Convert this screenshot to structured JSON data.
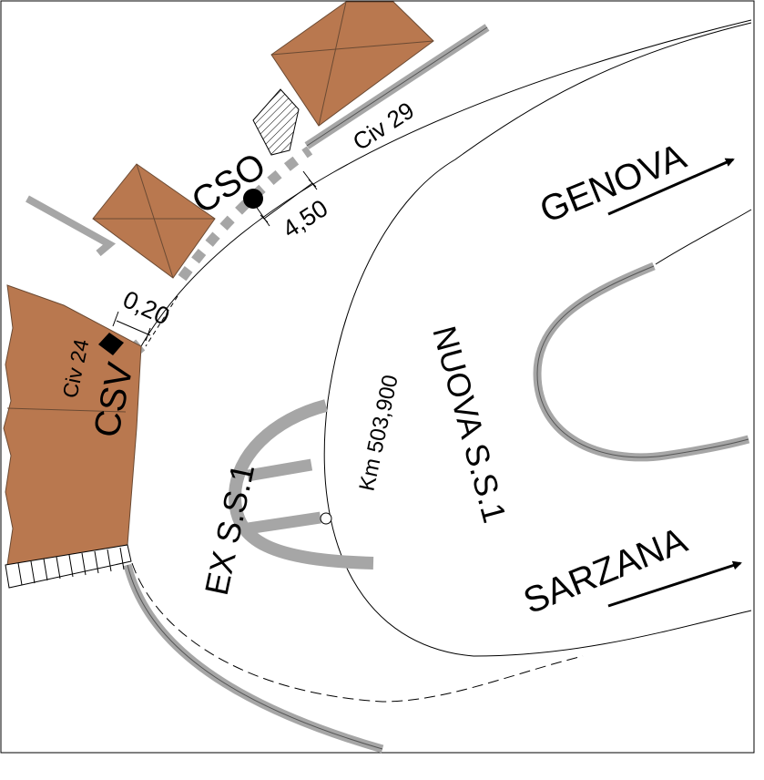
{
  "labels": {
    "cso": "CSO",
    "csv": "CSV",
    "civ_29": "Civ 29",
    "civ_24": "Civ 24",
    "dim_450": "4,50",
    "dim_020": "0,20",
    "genova": "GENOVA",
    "sarzana": "SARZANA",
    "nuova_ss1": "NUOVA S.S.1",
    "ex_ss1": "EX S.S.1",
    "km": "Km 503,900"
  },
  "colors": {
    "building_fill": "#B9784F",
    "building_stroke": "#6B4A33",
    "curb_gray": "#A6A6A6",
    "line": "#000000",
    "background": "#FFFFFF"
  }
}
